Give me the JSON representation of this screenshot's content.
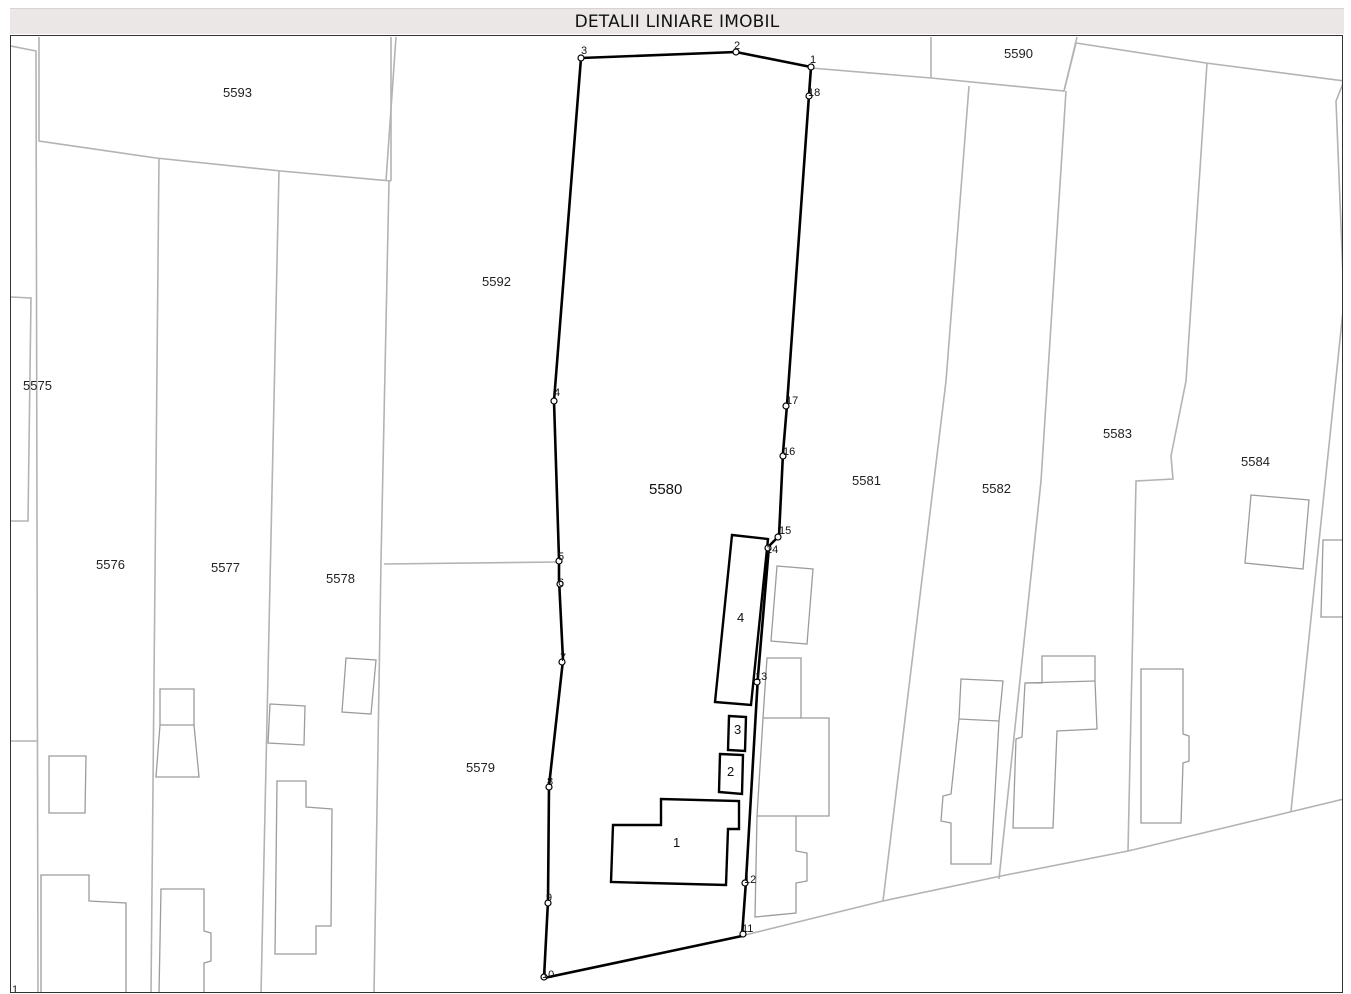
{
  "header": {
    "title": "DETALII LINIARE IMOBIL"
  },
  "map": {
    "main_parcel": "5580",
    "parcels": [
      "5593",
      "5590",
      "5592",
      "5575",
      "5576",
      "5577",
      "5578",
      "5579",
      "5581",
      "5582",
      "5583",
      "5584"
    ],
    "vertices": [
      "1",
      "2",
      "3",
      "4",
      "5",
      "6",
      "7",
      "8",
      "9",
      "10",
      "11",
      "12",
      "13",
      "14",
      "15",
      "16",
      "17",
      "18"
    ],
    "buildings": [
      "1",
      "2",
      "3",
      "4"
    ],
    "corner_mark": "1"
  }
}
